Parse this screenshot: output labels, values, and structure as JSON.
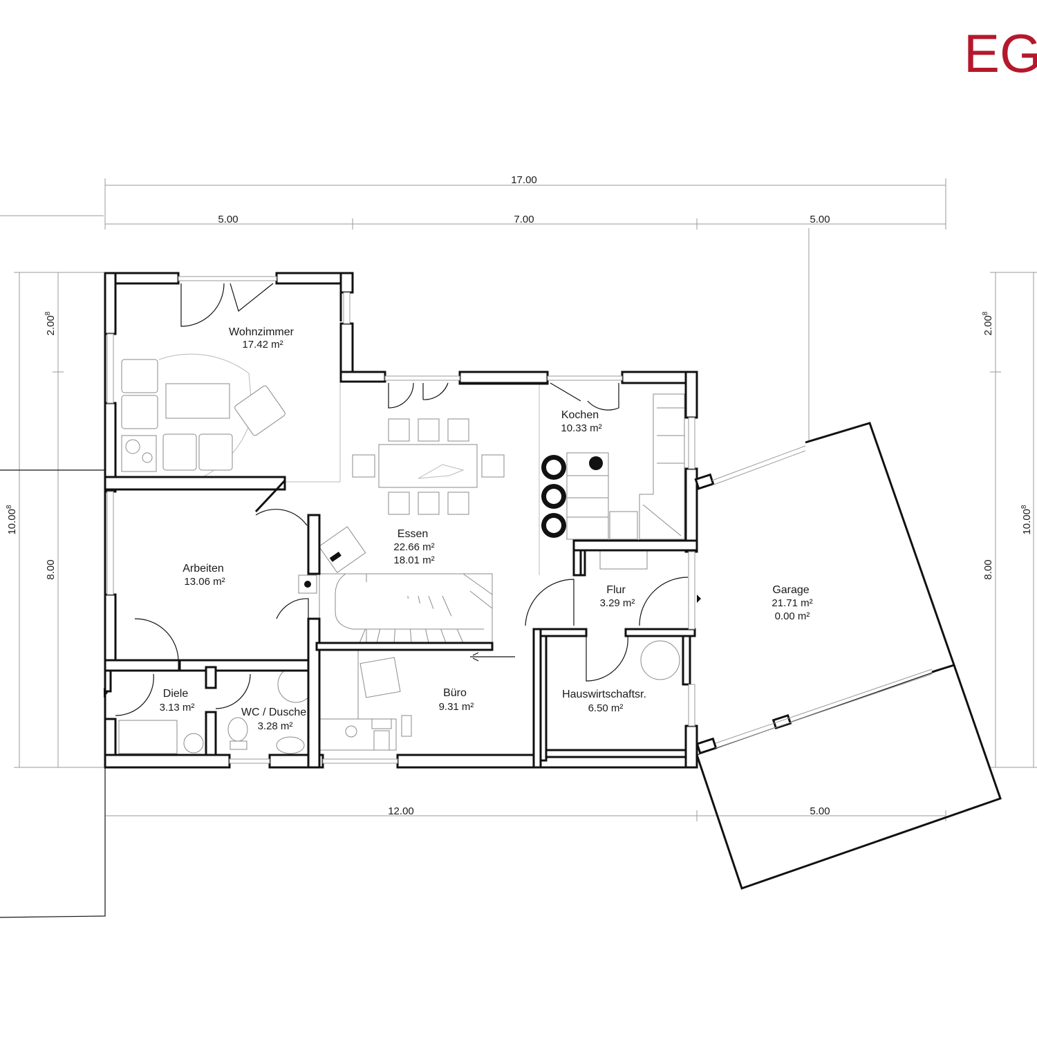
{
  "floor_label": "EG",
  "rooms": {
    "wohnzimmer": {
      "name": "Wohnzimmer",
      "area": "17.42 m²"
    },
    "kochen": {
      "name": "Kochen",
      "area": "10.33 m²"
    },
    "essen": {
      "name": "Essen",
      "area": "22.66 m²",
      "area2": "18.01 m²"
    },
    "arbeiten": {
      "name": "Arbeiten",
      "area": "13.06 m²"
    },
    "flur": {
      "name": "Flur",
      "area": "3.29 m²"
    },
    "garage": {
      "name": "Garage",
      "area": "21.71 m²",
      "area2": "0.00 m²"
    },
    "diele": {
      "name": "Diele",
      "area": "3.13 m²"
    },
    "wc": {
      "name": "WC / Dusche",
      "area": "3.28 m²"
    },
    "buero": {
      "name": "Büro",
      "area": "9.31 m²"
    },
    "hwr": {
      "name": "Hauswirtschaftsr.",
      "area": "6.50 m²"
    }
  },
  "dimensions": {
    "top_total": "17.00",
    "top_left": "5.00",
    "top_middle": "7.00",
    "top_right": "5.00",
    "bottom_left": "12.00",
    "bottom_right": "5.00",
    "left_upper": "2.00",
    "left_upper_sup": "8",
    "left_lower": "8.00",
    "left_total": "10.00",
    "left_total_sup": "8",
    "right_upper": "2.00",
    "right_upper_sup": "8",
    "right_lower": "8.00",
    "right_total": "10.00",
    "right_total_sup": "8"
  }
}
